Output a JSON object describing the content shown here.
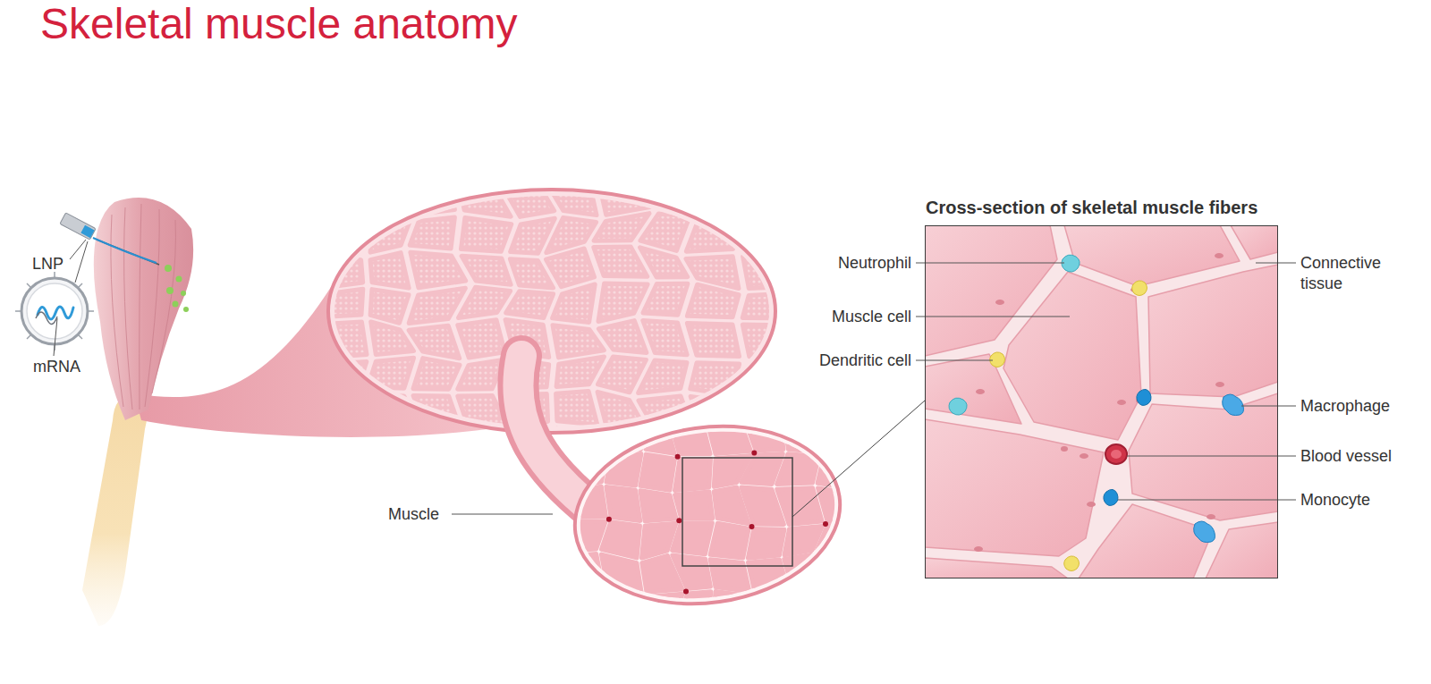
{
  "diagram": {
    "title": "Skeletal muscle anatomy",
    "nodes": [
      {
        "text": [
          "Cross-section of skeletal muscle fibers"
        ]
      }
    ],
    "labels": [
      "LNP",
      "mRNA",
      "Muscle",
      "Neutrophil",
      "Muscle cell",
      "Dendritic cell",
      "Connective tissue",
      "Macrophage",
      "Blood vessel",
      "Monocyte"
    ]
  }
}
